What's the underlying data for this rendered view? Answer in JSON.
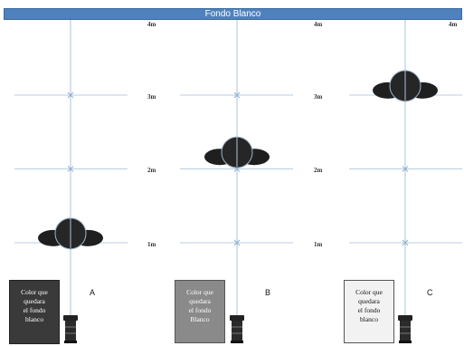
{
  "header": {
    "title": "Fondo Blanco"
  },
  "columns": [
    {
      "letter": "A",
      "swatch_lines": [
        "Color que",
        "quedara",
        "el fondo",
        "blanco"
      ],
      "swatch_color": "#3a3a3a",
      "subject_height_m": 1.1,
      "labels": [
        "4m",
        "3m",
        "2m",
        "1m"
      ]
    },
    {
      "letter": "B",
      "swatch_lines": [
        "Color que",
        "quedara",
        "el fondo",
        "Blanco"
      ],
      "swatch_color": "#8a8a8a",
      "subject_height_m": 2.2,
      "labels": [
        "4m",
        "3m",
        "2m",
        "1m"
      ]
    },
    {
      "letter": "C",
      "swatch_lines": [
        "Color que",
        "quedara",
        "el fondo",
        "blanco"
      ],
      "swatch_color": "#f2f2f2",
      "subject_height_m": 3.1,
      "labels": [
        "4m",
        "3m",
        "2m",
        "1m"
      ]
    }
  ],
  "colors": {
    "axis_line": "#a9c4dd",
    "marker": "#8fb0cf",
    "header_bg": "#4f81bd",
    "subject_fill": "#1f1f1f"
  }
}
